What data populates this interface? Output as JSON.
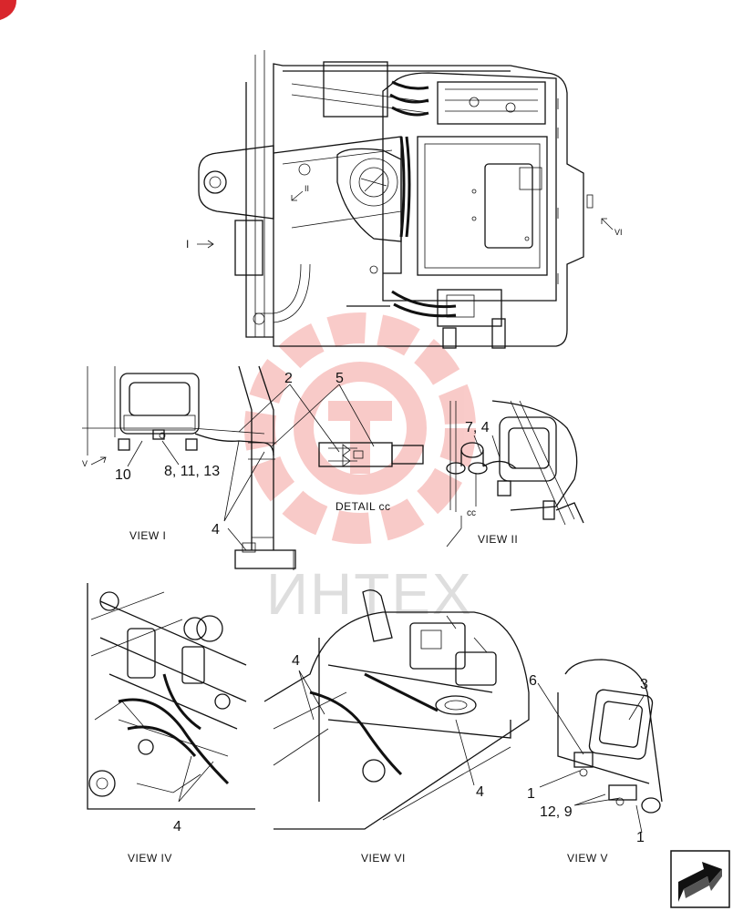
{
  "diagram": {
    "callouts": {
      "c2": "2",
      "c5": "5",
      "c10": "10",
      "c8_11_13": "8, 11, 13",
      "c4_view1": "4",
      "c7_4": "7, 4",
      "c4_view4": "4",
      "c4_view6_top": "4",
      "c4_view6_bottom": "4",
      "c6": "6",
      "c3": "3",
      "c1_top": "1",
      "c12_9": "12, 9",
      "c1_bottom": "1"
    },
    "arrow_labels": {
      "view1": "I",
      "view2": "II",
      "view6": "VI",
      "view5": "V",
      "detail": "cc",
      "detail_on_view2": "cc"
    },
    "view_titles": {
      "view1": "VIEW  I",
      "detail_cc": "DETAIL cc",
      "view2": "VIEW  II",
      "view4": "VIEW  IV",
      "view6": "VIEW  VI",
      "view5": "VIEW  V"
    },
    "watermark": "ИНТЕХ",
    "colors": {
      "line": "#111111",
      "watermark": "#e8463e",
      "badge": "#d9262c"
    }
  }
}
